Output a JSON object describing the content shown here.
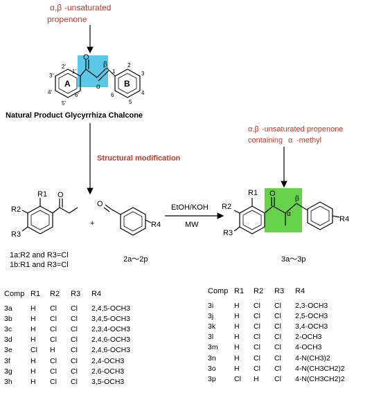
{
  "top_annotation": {
    "alpha_beta": "α,β",
    "line1": "-unsaturated",
    "line2": "propenone"
  },
  "chalcone_atoms": {
    "ring_a": "A",
    "ring_b": "B",
    "alpha": "α",
    "beta": "β",
    "a_positions": [
      "2'",
      "3'",
      "4'",
      "5'",
      "6'",
      "1'"
    ],
    "b_positions": [
      "2",
      "3",
      "4",
      "5",
      "6",
      "1"
    ],
    "oxygen": "O"
  },
  "chalcone_name": "Natural Product Glycyrrhiza Chalcone",
  "modification_label": "Structural modification",
  "right_annotation": {
    "alpha_beta": "α,β",
    "line1": "-unsaturated propenone",
    "line2_prefix": "containing",
    "line2_alpha": "α",
    "line2_suffix": "-methyl"
  },
  "reactant1": {
    "r1": "R1",
    "r2": "R2",
    "r3": "R3",
    "oxygen": "O",
    "caption1": "1a:R2 and R3=Cl",
    "caption2": "1b:R1 and R3=Cl"
  },
  "plus": "+",
  "reactant2": {
    "r4": "R4",
    "oxygen": "O",
    "caption": "2a～2p"
  },
  "conditions": {
    "top": "EtOH/KOH",
    "bottom": "MW"
  },
  "product": {
    "r1": "R1",
    "r2": "R2",
    "r3": "R3",
    "r4": "R4",
    "oxygen": "O",
    "alpha": "α",
    "beta": "β",
    "caption": "3a～3p"
  },
  "table_left": {
    "headers": [
      "Comp",
      "R1",
      "R2",
      "R3",
      "R4"
    ],
    "rows": [
      [
        "3a",
        "H",
        "Cl",
        "Cl",
        "2,4,5-OCH3"
      ],
      [
        "3b",
        "H",
        "Cl",
        "Cl",
        "3,4,5-OCH3"
      ],
      [
        "3c",
        "H",
        "Cl",
        "Cl",
        "2,3,4-OCH3"
      ],
      [
        "3d",
        "H",
        "Cl",
        "Cl",
        "2,4,6-OCH3"
      ],
      [
        "3e",
        "Cl",
        "H",
        "Cl",
        "2,4,6-OCH3"
      ],
      [
        "3f",
        "H",
        "Cl",
        "Cl",
        "2,4-OCH3"
      ],
      [
        "3g",
        "H",
        "Cl",
        "Cl",
        "2,6-OCH3"
      ],
      [
        "3h",
        "H",
        "Cl",
        "Cl",
        "3,5-OCH3"
      ]
    ]
  },
  "table_right": {
    "headers": [
      "Comp",
      "R1",
      "R2",
      "R3",
      "R4"
    ],
    "rows": [
      [
        "3i",
        "H",
        "Cl",
        "Cl",
        "2,3-OCH3"
      ],
      [
        "3j",
        "H",
        "Cl",
        "Cl",
        "2,5-OCH3"
      ],
      [
        "3k",
        "H",
        "Cl",
        "Cl",
        "3,4-OCH3"
      ],
      [
        "3l",
        "H",
        "Cl",
        "Cl",
        "2-OCH3"
      ],
      [
        "3m",
        "H",
        "Cl",
        "Cl",
        "4-OCH3"
      ],
      [
        "3n",
        "H",
        "Cl",
        "Cl",
        "4-N(CH3)2"
      ],
      [
        "3o",
        "H",
        "Cl",
        "Cl",
        "4-N(CH3CH2)2"
      ],
      [
        "3p",
        "Cl",
        "H",
        "Cl",
        "4-N(CH3CH2)2"
      ]
    ]
  },
  "colors": {
    "highlight_blue": "#5bc8e8",
    "highlight_green": "#66d24a",
    "annotation_red": "#c0392b"
  }
}
